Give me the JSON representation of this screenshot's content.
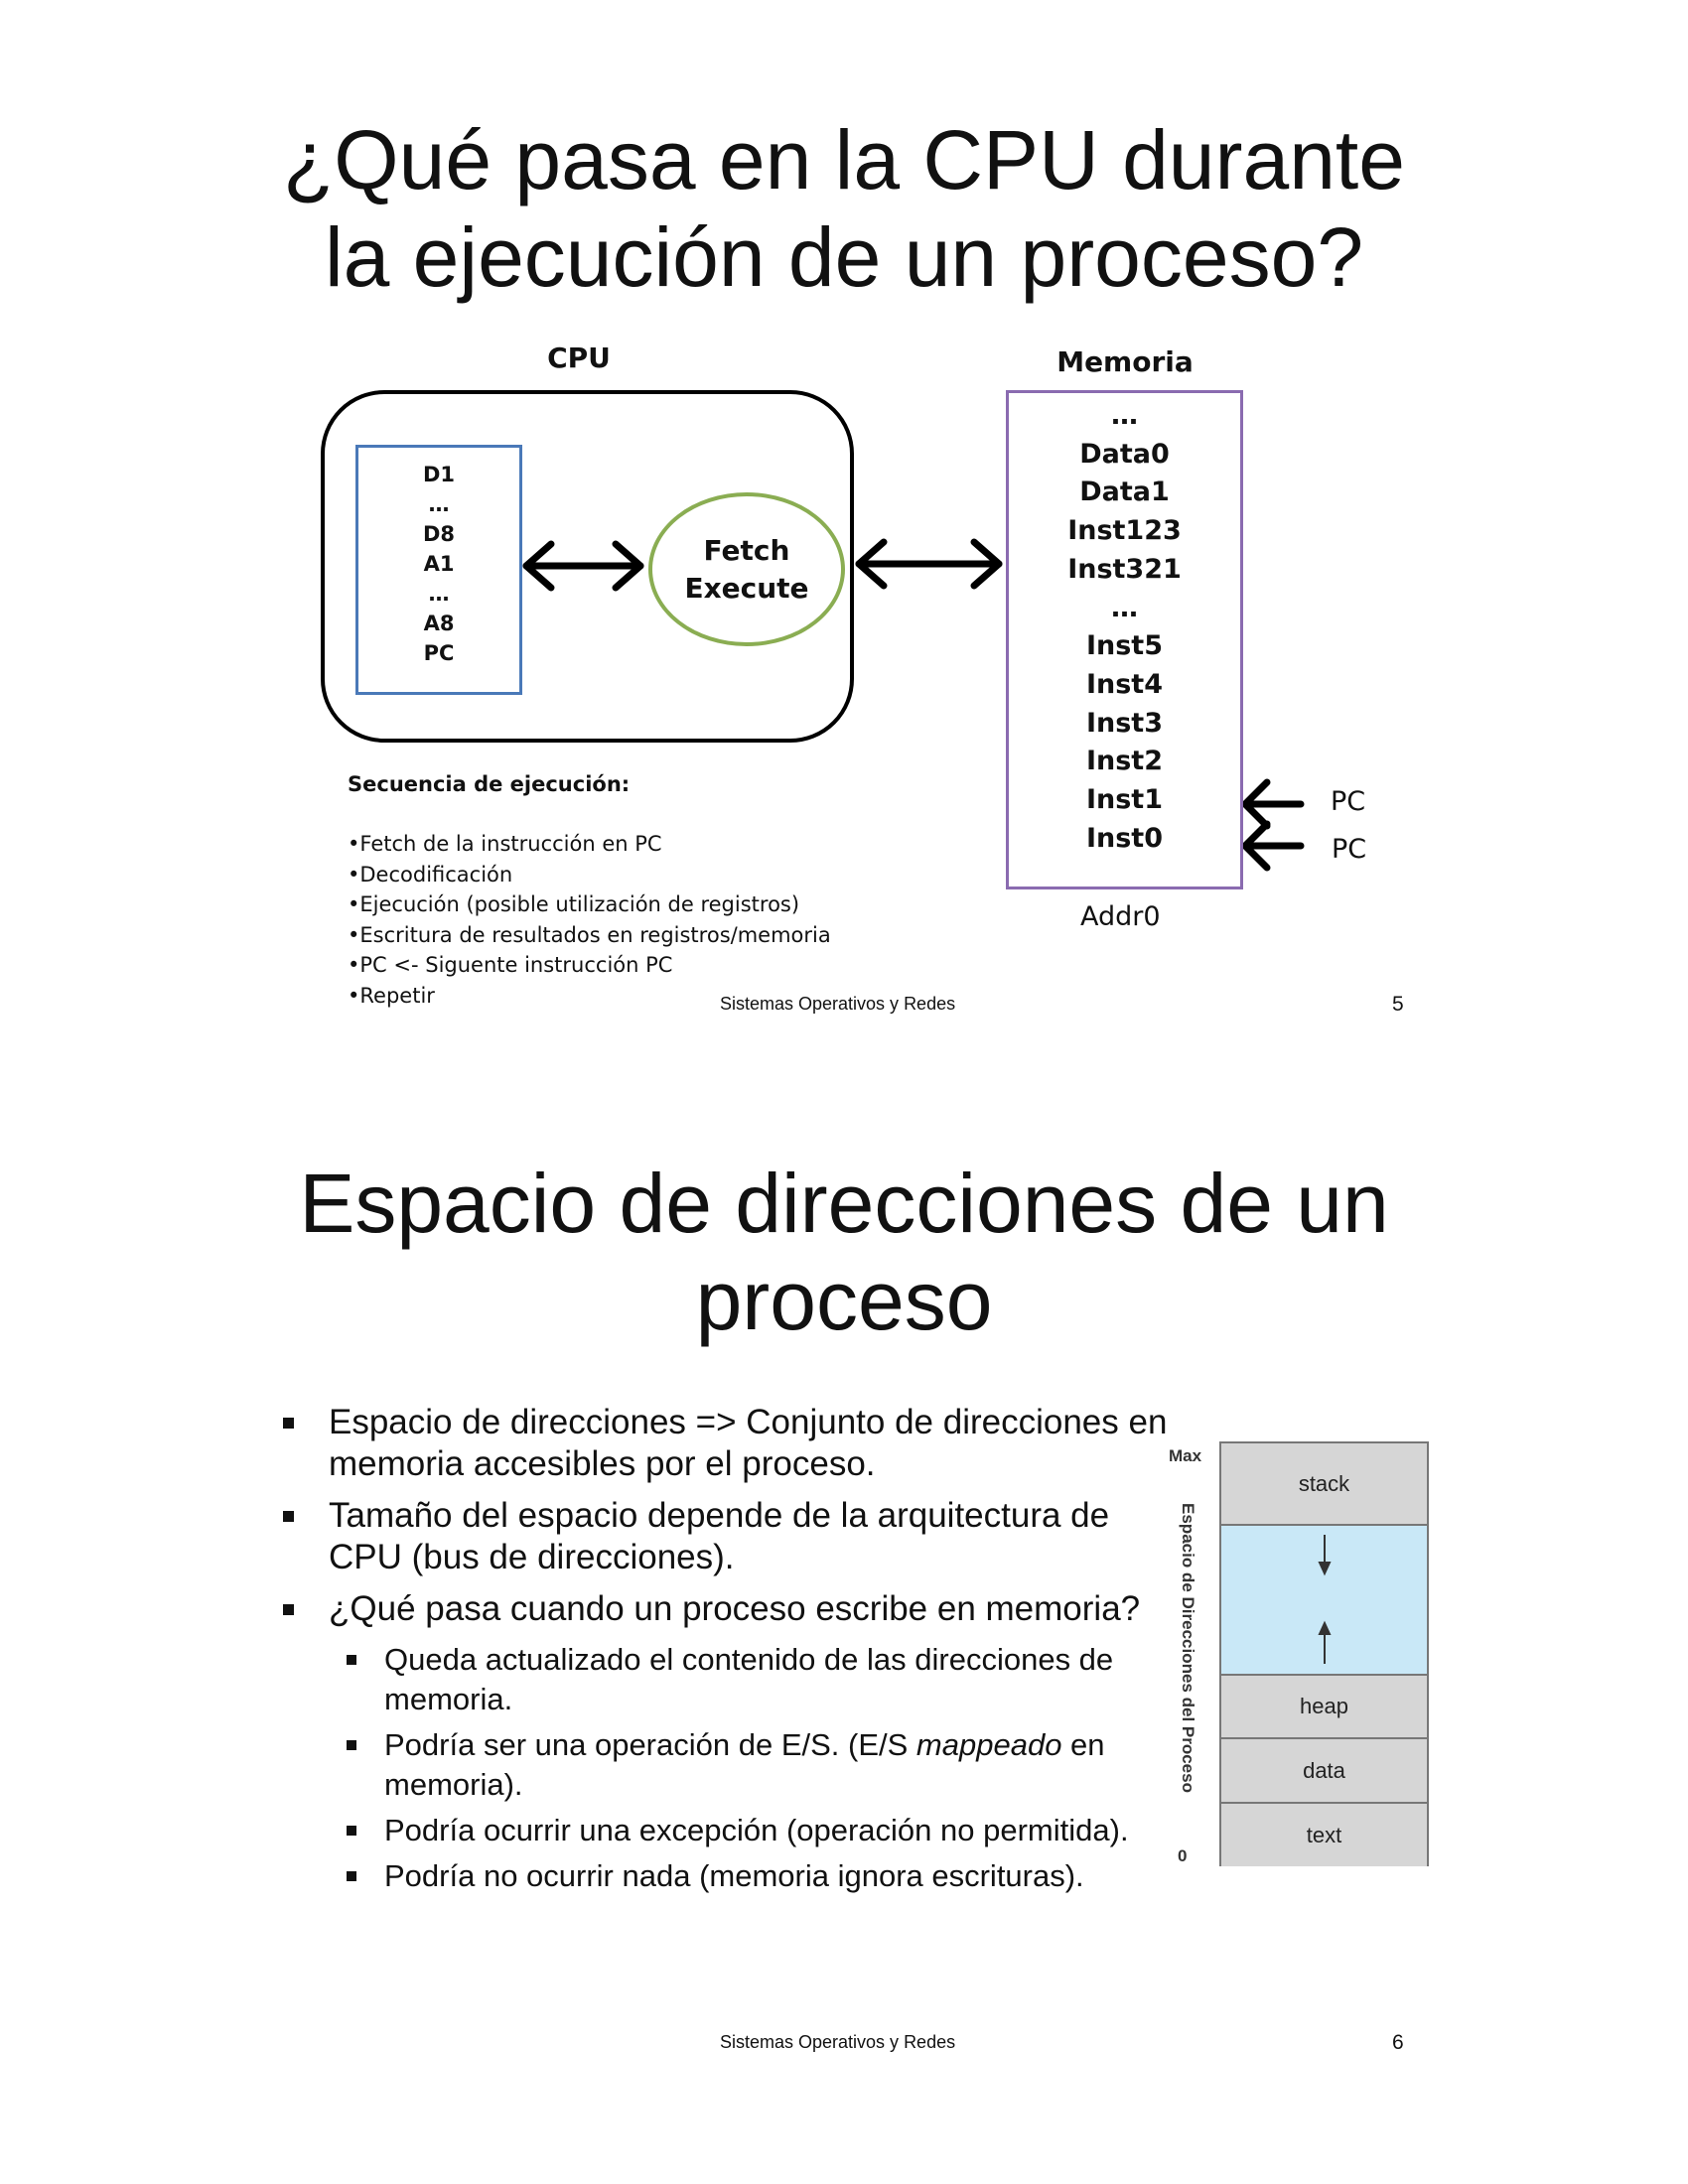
{
  "slide1": {
    "title_lines": [
      "¿Qué pasa en la CPU durante",
      "la ejecución de un proceso?"
    ],
    "cpu_label": "CPU",
    "registers": [
      "D1",
      "…",
      "D8",
      "A1",
      "…",
      "A8",
      "PC"
    ],
    "fetch_execute": [
      "Fetch",
      "Execute"
    ],
    "memory_label": "Memoria",
    "memory_items": [
      "…",
      "Data0",
      "Data1",
      "Inst123",
      "Inst321",
      "…",
      "Inst5",
      "Inst4",
      "Inst3",
      "Inst2",
      "Inst1",
      "Inst0"
    ],
    "addr_label": "Addr0",
    "pc_labels": [
      "PC",
      "PC"
    ],
    "sequence_heading": "Secuencia de ejecución:",
    "sequence_items": [
      "•Fetch de la instrucción en PC",
      "•Decodificación",
      "•Ejecución (posible utilización de registros)",
      "•Escritura de resultados en registros/memoria",
      "•PC <- Siguente instrucción PC",
      "•Repetir"
    ],
    "footer": "Sistemas Operativos y Redes",
    "page_number": "5"
  },
  "slide2": {
    "title_lines": [
      "Espacio de direcciones de un",
      "proceso"
    ],
    "bullets": [
      {
        "text": "Espacio de direcciones => Conjunto de direcciones en memoria accesibles por el proceso."
      },
      {
        "text": "Tamaño del espacio depende de la arquitectura de CPU (bus de direcciones)."
      },
      {
        "text": "¿Qué pasa cuando un proceso escribe en memoria?"
      }
    ],
    "sub_bullets": [
      {
        "text": "Queda actualizado el contenido de las direcciones de memoria."
      },
      {
        "before": "Podría ser una operación de E/S. (E/S ",
        "italic": "mappeado",
        "after": " en memoria)."
      },
      {
        "text": "Podría ocurrir una excepción (operación no permitida)."
      },
      {
        "text": "Podría no ocurrir nada (memoria ignora escrituras)."
      }
    ],
    "memory_layout": {
      "max_label": "Max",
      "zero_label": "0",
      "axis_label": "Espacio de Direcciones del Proceso",
      "segments": [
        "stack",
        "",
        "heap",
        "data",
        "text"
      ],
      "free_color": "#c9e8f7",
      "segment_color": "#d6d6d6"
    },
    "footer": "Sistemas Operativos y Redes",
    "page_number": "6"
  }
}
